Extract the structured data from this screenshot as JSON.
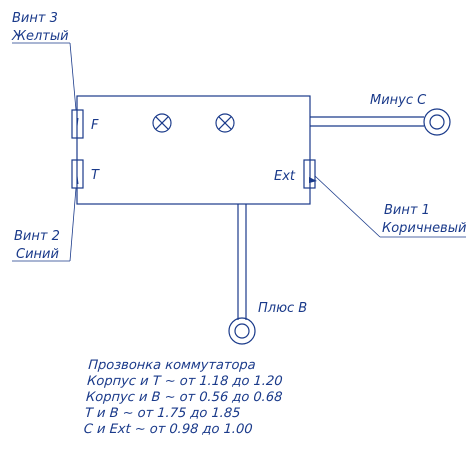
{
  "labels": {
    "screw3_name": "Винт 3",
    "screw3_color": "Желтый",
    "screw2_name": "Винт 2",
    "screw2_color": "Синий",
    "screw1_name": "Винт 1",
    "screw1_color": "Коричневый",
    "terminal_f": "F",
    "terminal_t": "T",
    "terminal_ext": "Ext",
    "minus": "Минус С",
    "plus": "Плюс В"
  },
  "notes": {
    "title": "Прозвонка коммутатора",
    "lines": [
      "Корпус и Т ~ от 1.18 до 1.20",
      "Корпус и В ~ от 0.56 до 0.68",
      "Т и В ~ от 1.75 до 1.85",
      "С и Ext ~ от 0.98 до 1.00"
    ]
  },
  "colors": {
    "ink": "#1a3a8a",
    "background": "#ffffff"
  }
}
